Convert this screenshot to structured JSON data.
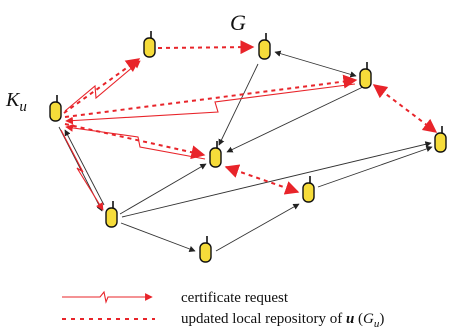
{
  "graph_label": "G",
  "node_label": {
    "main": "K",
    "sub": "u"
  },
  "legend": {
    "request": "certificate request",
    "repository_prefix": "updated local repository of ",
    "repository_bold": "u",
    "repository_paren_open": " (",
    "repository_g": "G",
    "repository_sub": "u",
    "repository_paren_close": ")"
  },
  "colors": {
    "node": "#f6dc3a",
    "black_edge": "#333333",
    "red_edge": "#e8242a"
  },
  "nodes": [
    "ku",
    "top-left",
    "top-center",
    "right-top",
    "far-right",
    "center",
    "mid-right",
    "lower-left",
    "bottom-center"
  ]
}
